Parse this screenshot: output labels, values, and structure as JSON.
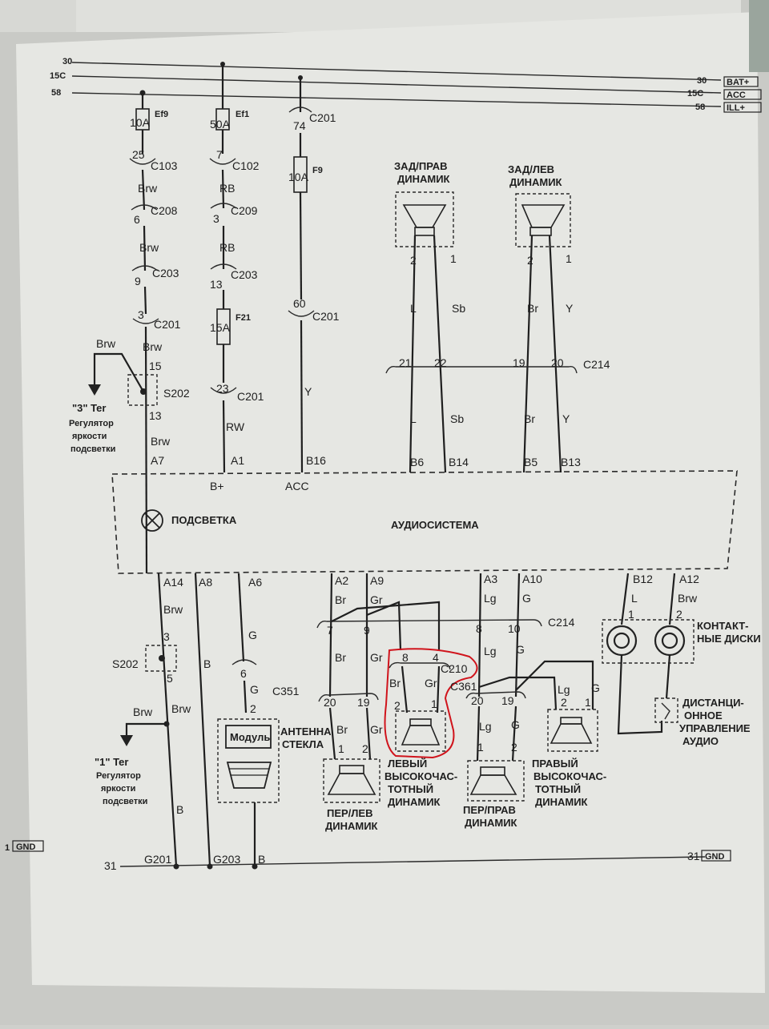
{
  "rails": {
    "left": [
      "30",
      "15C",
      "58"
    ],
    "right": [
      "30",
      "15C",
      "58"
    ],
    "right_tags": [
      "BAT+",
      "ACC",
      "ILL+"
    ],
    "ground_left": "31",
    "ground_right": "31",
    "gnd_tag": "GND",
    "gnd_left_prefix": "1"
  },
  "col1": {
    "fuse": "Ef9",
    "fuse_rating": "10A",
    "c103_pin": "25",
    "c103": "C103",
    "wire_a": "Brw",
    "c208_pin": "6",
    "c208": "C208",
    "wire_b": "Brw",
    "c203_pin": "9",
    "c203": "C203",
    "c201_pin": "3",
    "c201": "C201",
    "wire_c": "Brw",
    "branch_wire": "Brw",
    "splice_top": "15",
    "splice": "S202",
    "splice_bottom": "13",
    "ref_top": "\"3\" Ter",
    "ref_top_l1": "Регулятор",
    "ref_top_l2": "яркости",
    "ref_top_l3": "подсветки",
    "wire_d": "Brw",
    "pin_top": "A7"
  },
  "col2": {
    "fuse": "Ef1",
    "fuse_rating": "50A",
    "c102_pin": "7",
    "c102": "C102",
    "wire_a": "RB",
    "c209_pin": "3",
    "c209": "C209",
    "wire_b": "RB",
    "c203_pin": "13",
    "c203": "C203",
    "fuse2": "F21",
    "fuse2_rating": "15A",
    "c201_pin": "23",
    "c201": "C201",
    "wire_c": "RW",
    "pin_top": "A1",
    "unit_label": "B+"
  },
  "col3": {
    "c201_top_pin": "74",
    "c201_top": "C201",
    "fuse": "F9",
    "fuse_rating": "10A",
    "c201_pin": "60",
    "c201": "C201",
    "wire": "Y",
    "pin_top": "B16",
    "unit_label": "ACC"
  },
  "rear_right": {
    "title_l1": "ЗАД/ПРАВ",
    "title_l2": "ДИНАМИК",
    "pins": [
      "2",
      "1"
    ],
    "wires": [
      "L",
      "Sb"
    ],
    "c214_pins": [
      "21",
      "22"
    ],
    "wires_lower": [
      "L",
      "Sb"
    ],
    "unit_pins": [
      "B6",
      "B14"
    ]
  },
  "rear_left": {
    "title_l1": "ЗАД/ЛЕВ",
    "title_l2": "ДИНАМИК",
    "pins": [
      "2",
      "1"
    ],
    "wires": [
      "Br",
      "Y"
    ],
    "c214_pins": [
      "19",
      "20"
    ],
    "c214": "C214",
    "wires_lower": [
      "Br",
      "Y"
    ],
    "unit_pins": [
      "B5",
      "B13"
    ]
  },
  "unit": {
    "name": "АУДИОСИСТЕМА",
    "lamp": "ПОДСВЕТКА"
  },
  "lower": {
    "pins": [
      "A14",
      "A8",
      "A6",
      "A2",
      "A9",
      "A3",
      "A10",
      "B12",
      "A12"
    ],
    "col1_wire": "Brw",
    "splice_top": "3",
    "splice": "S202",
    "splice_bottom": "5",
    "branch_wire": "Brw",
    "main_wire": "Brw",
    "ref_bottom": "\"1\" Ter",
    "ref_bottom_l1": "Регулятор",
    "ref_bottom_l2": "яркости",
    "ref_bottom_l3": "подсветки",
    "col1_b": "B",
    "col2_b": "B",
    "g201": "G201",
    "g203": "G203",
    "g_b": "B",
    "ant_wire": "G",
    "ant_pin": "6",
    "ant_wire2": "G",
    "c351": "C351",
    "ant_pin2": "2",
    "ant_module": "Модуль",
    "ant_l1": "АНТЕННА",
    "ant_l2": "СТЕКЛА",
    "fl_wires": [
      "Br",
      "Gr"
    ],
    "c214_fl": [
      "7",
      "9"
    ],
    "c214": "C214",
    "fl_wires2": [
      "Br",
      "Gr"
    ],
    "fl_c_pins": [
      "20",
      "19"
    ],
    "fl_wires3": [
      "Br",
      "Gr"
    ],
    "fl_spk_pins": [
      "1",
      "2"
    ],
    "fl_l1": "ПЕР/ЛЕВ",
    "fl_l2": "ДИНАМИК",
    "lt_c210_pins": [
      "8",
      "4"
    ],
    "c210": "C210",
    "lt_wires": [
      "Br",
      "Gr"
    ],
    "lt_pins": [
      "2",
      "1"
    ],
    "lt_l1": "ЛЕВЫЙ",
    "lt_l2": "ВЫСОКОЧАС-",
    "lt_l3": "ТОТНЫЙ",
    "lt_l4": "ДИНАМИК",
    "fr_wires": [
      "Lg",
      "G"
    ],
    "c214_fr": [
      "8",
      "10"
    ],
    "fr_wires2": [
      "Lg",
      "G"
    ],
    "c361": "C361",
    "fr_c_pins": [
      "20",
      "19"
    ],
    "fr_wires3": [
      "Lg",
      "G"
    ],
    "fr_spk_pins": [
      "1",
      "2"
    ],
    "fr_l1": "ПЕР/ПРАВ",
    "fr_l2": "ДИНАМИК",
    "rt_wires": [
      "Lg",
      "G"
    ],
    "rt_pins": [
      "2",
      "1"
    ],
    "rt_l1": "ПРАВЫЙ",
    "rt_l2": "ВЫСОКОЧАС-",
    "rt_l3": "ТОТНЫЙ",
    "rt_l4": "ДИНАМИК",
    "ctl_wires": [
      "L",
      "Brw"
    ],
    "ctl_pins": [
      "1",
      "2"
    ],
    "disc_l1": "КОНТАКТ-",
    "disc_l2": "НЫЕ ДИСКИ",
    "remote_l1": "ДИСТАНЦИ-",
    "remote_l2": "ОННОЕ",
    "remote_l3": "УПРАВЛЕНИЕ",
    "remote_l4": "АУДИО"
  },
  "colors": {
    "paper": "#e9eae6",
    "ink": "#1f1f1f",
    "highlight": "#d0141c"
  }
}
